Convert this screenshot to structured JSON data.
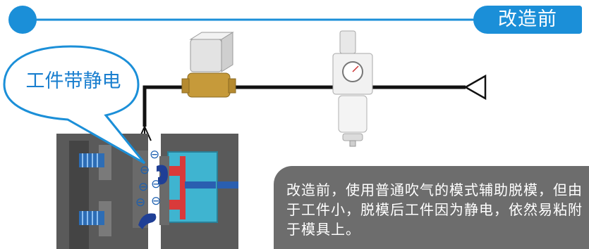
{
  "header": {
    "label": "改造前"
  },
  "callout": {
    "text": "工件带静电"
  },
  "note": {
    "text": "改造前，使用普通吹气的模式辅助脱模，但由于工件小，脱模后工件因为静电，依然易粘附于模具上。"
  },
  "charge_symbol": "⊖",
  "colors": {
    "accent": "#1b8fd8",
    "mold": "#5a5a5a",
    "note_bg": "#6d6d6d",
    "spring": "#2d6db5"
  },
  "icons": [
    "solenoid-valve-icon",
    "filter-regulator-icon",
    "air-source-icon",
    "air-nozzle-icon"
  ]
}
